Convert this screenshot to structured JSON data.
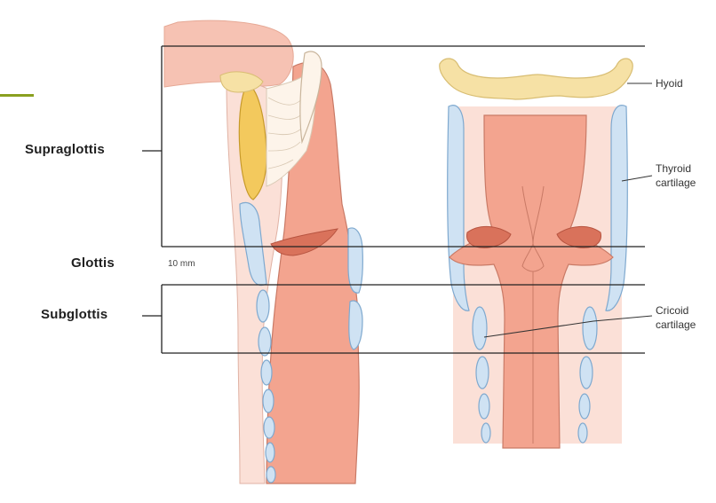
{
  "regions": {
    "supraglottis": "Supraglottis",
    "glottis": "Glottis",
    "subglottis": "Subglottis"
  },
  "scale_label": "10 mm",
  "annotations": {
    "hyoid": "Hyoid",
    "thyroid_line1": "Thyroid",
    "thyroid_line2": "cartilage",
    "cricoid_line1": "Cricoid",
    "cricoid_line2": "cartilage"
  },
  "colors": {
    "soft_tissue": "#f6c2b3",
    "airway_pink": "#f0a08e",
    "tissue_light": "#fbe0d7",
    "cartilage_blue": "#cfe2f3",
    "cartilage_outline": "#7fa9cf",
    "bone_yellow": "#f6e1a5",
    "epiglottis_yellow": "#f3c95d",
    "fold_red": "#d9725b",
    "accent_olive": "#8aa020",
    "line": "#222222"
  }
}
